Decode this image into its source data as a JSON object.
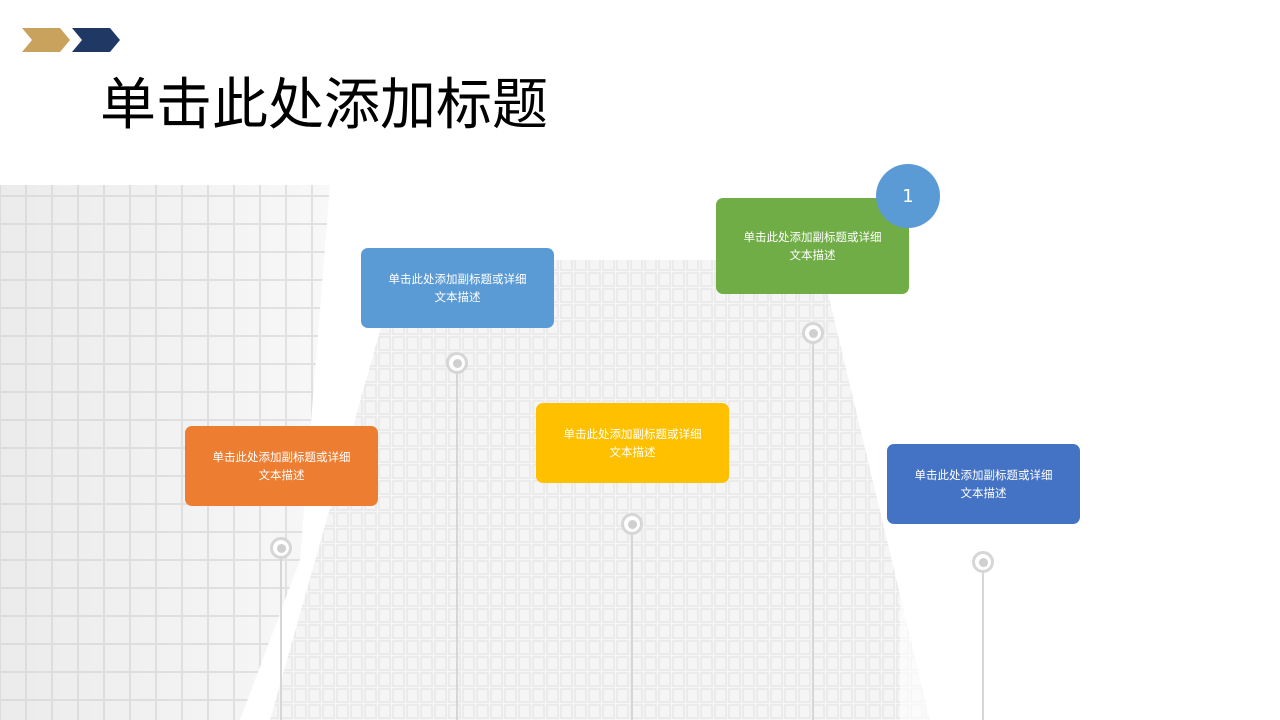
{
  "slide": {
    "title": "单击此处添加标题",
    "badge": "1",
    "cards": [
      {
        "id": "card-orange",
        "text": "单击此处添加副标题或详细文本描述",
        "color": "#ed7d31"
      },
      {
        "id": "card-blue-light",
        "text": "单击此处添加副标题或详细文本描述",
        "color": "#5b9bd5"
      },
      {
        "id": "card-yellow",
        "text": "单击此处添加副标题或详细文本描述",
        "color": "#ffc000"
      },
      {
        "id": "card-green",
        "text": "单击此处添加副标题或详细文本描述",
        "color": "#70ad47"
      },
      {
        "id": "card-blue-dark",
        "text": "单击此处添加副标题或详细文本描述",
        "color": "#4472c4"
      }
    ]
  },
  "colors": {
    "badge": "#5b9bd5",
    "chevron_gold": "#c9a25e",
    "chevron_navy": "#1f3864",
    "stem_gray": "#d6d6d6"
  },
  "icons": {
    "header_mark": "double-chevron-arrow-icon",
    "connector": "target-pin-icon"
  }
}
